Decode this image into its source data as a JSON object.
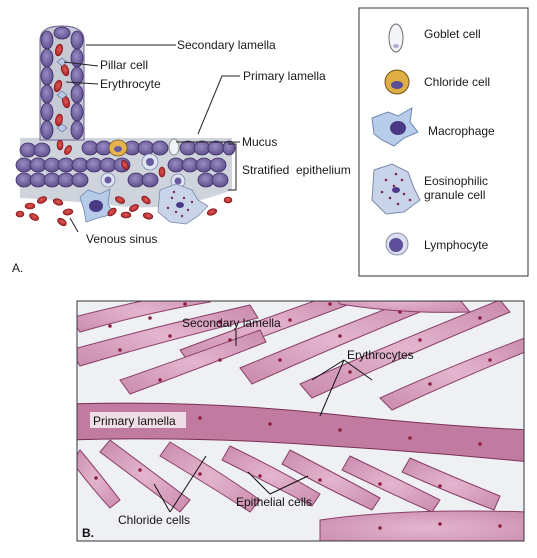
{
  "panel_a": {
    "letter": "A.",
    "labels": {
      "secondary_lamella": "Secondary lamella",
      "pillar_cell": "Pillar cell",
      "erythrocyte": "Erythrocyte",
      "primary_lamella": "Primary lamella",
      "mucus": "Mucus",
      "stratified_1": "Stratified",
      "stratified_2": "epithelium",
      "venous_sinus": "Venous sinus"
    },
    "legend": [
      {
        "icon": "goblet-cell-icon",
        "label": "Goblet cell"
      },
      {
        "icon": "chloride-cell-icon",
        "label": "Chloride cell"
      },
      {
        "icon": "macrophage-icon",
        "label": "Macrophage"
      },
      {
        "icon": "eosinophilic-granule-cell-icon",
        "label": "Eosinophilic",
        "label2": "granule cell"
      },
      {
        "icon": "lymphocyte-icon",
        "label": "Lymphocyte"
      }
    ]
  },
  "panel_b": {
    "letter": "B.",
    "labels": {
      "secondary_lamella": "Secondary lamella",
      "erythrocytes": "Erythrocytes",
      "primary_lamella": "Primary lamella",
      "epithelial_cells": "Epithelial cells",
      "chloride_cells": "Chloride cells"
    }
  },
  "colors": {
    "cell_purple": "#7a6aa8",
    "erythrocyte_red": "#b8242a",
    "tissue_pink": "#c77aa0",
    "stroma_gray": "#c9cdd6"
  }
}
